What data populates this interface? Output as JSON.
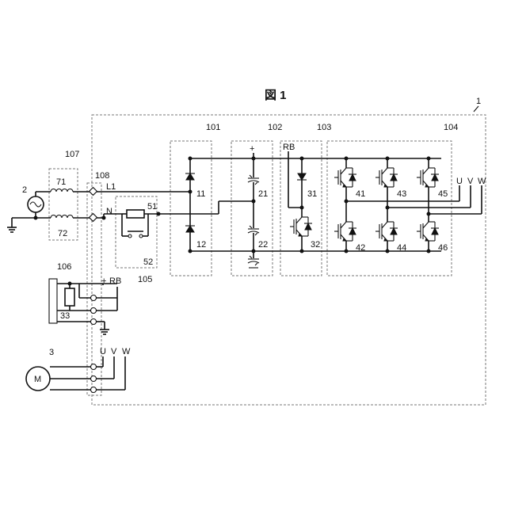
{
  "figure": {
    "title": "図 1"
  },
  "labels": {
    "device": "1",
    "ac_source": "2",
    "motor_ref": "3",
    "motor_symbol": "M",
    "line_l1": "L1",
    "line_n": "N",
    "plus_main": "+",
    "plus_ext": "+",
    "rb_ext": "RB",
    "rb_main": "RB",
    "u_ext": "U",
    "v_ext": "V",
    "w_ext": "W",
    "u_out": "U",
    "v_out": "V",
    "w_out": "W",
    "block_107": "107",
    "block_108": "108",
    "block_101": "101",
    "block_102": "102",
    "block_103": "103",
    "block_104": "104",
    "block_105": "105",
    "block_106": "106",
    "coil_71": "71",
    "coil_72": "72",
    "diode_11": "11",
    "diode_12": "12",
    "cap_21": "21",
    "cap_22": "22",
    "diode_31": "31",
    "igbt_32": "32",
    "resistor_33": "33",
    "igbt_41": "41",
    "igbt_42": "42",
    "igbt_43": "43",
    "igbt_44": "44",
    "igbt_45": "45",
    "igbt_46": "46",
    "resistor_51": "51",
    "relay_52": "52"
  }
}
